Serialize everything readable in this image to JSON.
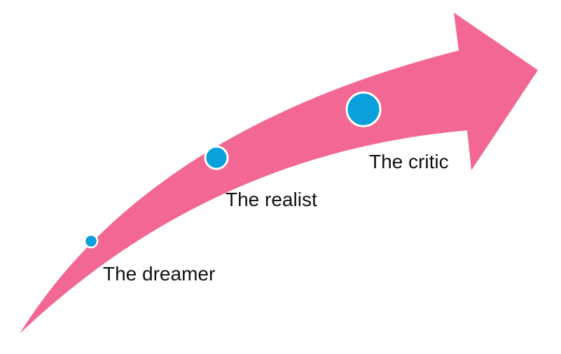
{
  "colors": {
    "arrow": "#f26893",
    "dot_fill": "#0aa0dc",
    "dot_stroke": "#ffffff",
    "text": "#111111"
  },
  "stages": [
    {
      "label": "The dreamer",
      "icon": "circle-small"
    },
    {
      "label": "The realist",
      "icon": "circle-medium"
    },
    {
      "label": "The critic",
      "icon": "circle-large"
    }
  ]
}
